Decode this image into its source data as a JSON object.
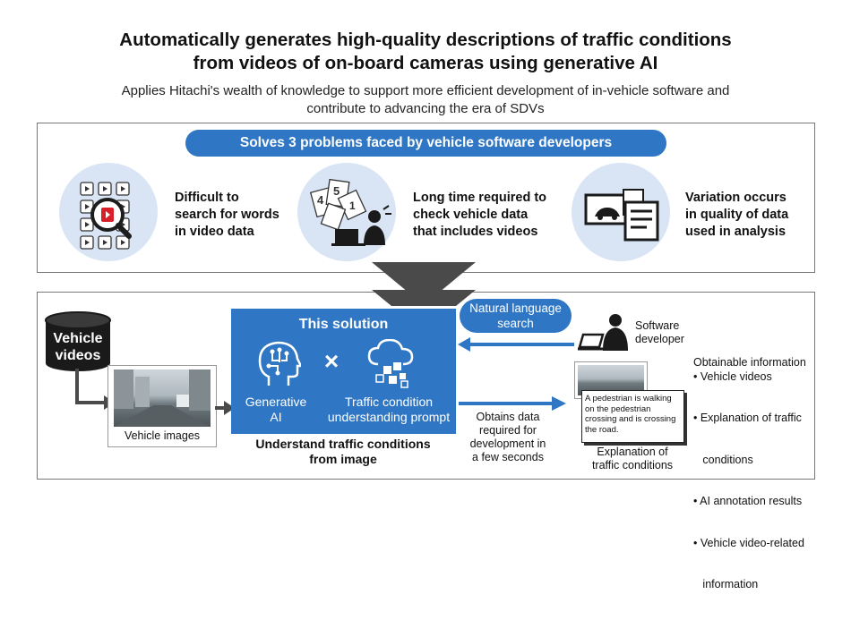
{
  "header": {
    "title_line1": "Automatically generates high-quality descriptions of traffic conditions",
    "title_line2": "from videos of on-board cameras using generative AI",
    "subtitle_line1": "Applies Hitachi's wealth of knowledge to support more efficient development of in-vehicle software and",
    "subtitle_line2": "contribute to advancing the era of SDVs"
  },
  "problems": {
    "banner": "Solves 3 problems faced by vehicle software developers",
    "items": [
      {
        "lines": [
          "Difficult to",
          "search for words",
          "in video data"
        ],
        "icon": "video-search-icon"
      },
      {
        "lines": [
          "Long time required to",
          "check vehicle data",
          "that includes videos"
        ],
        "icon": "busy-developer-icon"
      },
      {
        "lines": [
          "Variation occurs",
          "in quality of data",
          "used in analysis"
        ],
        "icon": "data-quality-icon"
      }
    ]
  },
  "solution": {
    "vehicle_videos_line1": "Vehicle",
    "vehicle_videos_line2": "videos",
    "vehicle_images_label": "Vehicle images",
    "box_title": "This solution",
    "gen_ai_line1": "Generative",
    "gen_ai_line2": "AI",
    "times": "×",
    "prompt_line1": "Traffic condition",
    "prompt_line2": "understanding prompt",
    "understand_line1": "Understand traffic conditions",
    "understand_line2": "from image",
    "search_line1": "Natural language",
    "search_line2": "search",
    "developer_line1": "Software",
    "developer_line2": "developer",
    "obtains_lines": [
      "Obtains data",
      "required for",
      "development in",
      "a few seconds"
    ],
    "bubble_lines": [
      "A pedestrian is walking",
      "on the pedestrian",
      "crossing and is crossing",
      "the road."
    ],
    "explanation_line1": "Explanation of",
    "explanation_line2": "traffic conditions",
    "obtainable_title": "Obtainable information",
    "obtainable_items": [
      [
        "• Vehicle videos"
      ],
      [
        "• Explanation of traffic",
        "   conditions"
      ],
      [
        "• AI annotation results"
      ],
      [
        "• Vehicle video-related",
        "   information"
      ]
    ]
  },
  "colors": {
    "accent_blue": "#2f77c4",
    "light_blue": "#d9e5f4",
    "arrow_gray": "#4a4a4a"
  }
}
